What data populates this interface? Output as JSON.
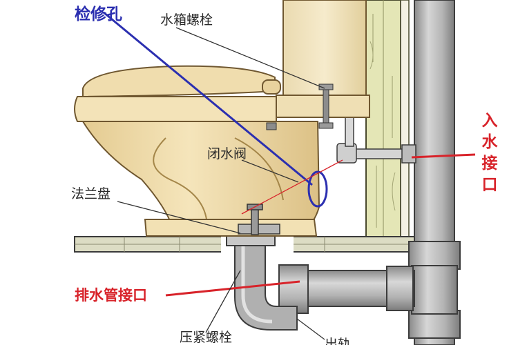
{
  "labels": {
    "inspection_hole": "检修孔",
    "tank_bolt": "水箱螺栓",
    "shutoff_valve": "闭水阀",
    "flange": "法兰盘",
    "drain_connection": "排水管接口",
    "compression_bolt": "压紧螺栓",
    "inlet_char1": "入",
    "inlet_char2": "水",
    "inlet_char3": "接",
    "inlet_char4": "口",
    "bottom_partial": "出轨"
  },
  "colors": {
    "blue": "#2b2fb0",
    "red": "#d8232a",
    "ceramic": "#f1deac",
    "ceramic_edge": "#9c7a43",
    "pipe": "#a8a8a8",
    "wood": "#e0e2b0"
  }
}
